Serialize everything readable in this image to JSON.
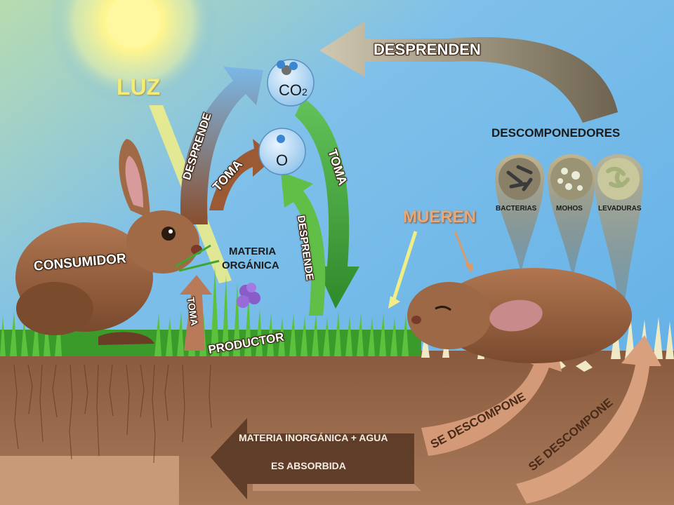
{
  "labels": {
    "luz": "LUZ",
    "co2": "CO",
    "co2_sub": "2",
    "oxygen": "O",
    "desprenden": "DESPRENDEN",
    "descomponedores": "DESCOMPONEDORES",
    "bacterias": "BACTERIAS",
    "mohos": "MOHOS",
    "levaduras": "LEVADURAS",
    "mueren": "MUEREN",
    "consumidor": "CONSUMIDOR",
    "materia_organica_1": "MATERIA",
    "materia_organica_2": "ORGÁNICA",
    "desprende_left": "DESPRENDE",
    "toma_left": "TOMA",
    "toma_right": "TOMA",
    "desprende_right": "DESPRENDE",
    "toma_bottom": "TOMA",
    "productor": "PRODUCTOR",
    "materia_inorganica_1": "MATERIA INORGÁNICA + AGUA",
    "materia_inorganica_2": "ES ABSORBIDA",
    "se_descompone_1": "SE DESCOMPONE",
    "se_descompone_2": "SE DESCOMPONE"
  },
  "colors": {
    "sky": "#6db3e6",
    "sun": "#fff48a",
    "light_beam": "#f3ee7a",
    "soil": "#9b6a4c",
    "grass": "#3fa62e",
    "arrow_brown": "#8a5a3c",
    "arrow_gray": "#8d8570",
    "arrow_green": "#4cae3c",
    "arrow_blue": "#5aa6e0",
    "label_yellow": "#f4ec74",
    "label_orange": "#e9a878"
  }
}
